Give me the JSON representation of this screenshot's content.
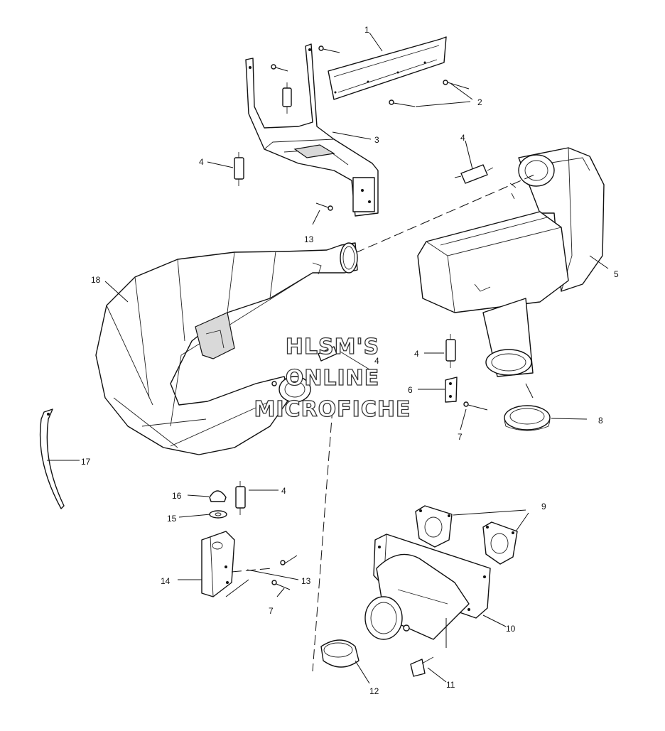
{
  "watermark": {
    "line1": "HLSM'S",
    "line2": "ONLINE",
    "line3": "MICROFICHE"
  },
  "callouts": {
    "c1": "1",
    "c2": "2",
    "c3": "3",
    "c4a": "4",
    "c4b": "4",
    "c4c": "4",
    "c4d": "4",
    "c4e": "4",
    "c5": "5",
    "c6": "6",
    "c7a": "7",
    "c7b": "7",
    "c8": "8",
    "c9": "9",
    "c10": "10",
    "c11": "11",
    "c12": "12",
    "c13a": "13",
    "c13b": "13",
    "c14": "14",
    "c15": "15",
    "c16": "16",
    "c17": "17",
    "c18": "18"
  }
}
